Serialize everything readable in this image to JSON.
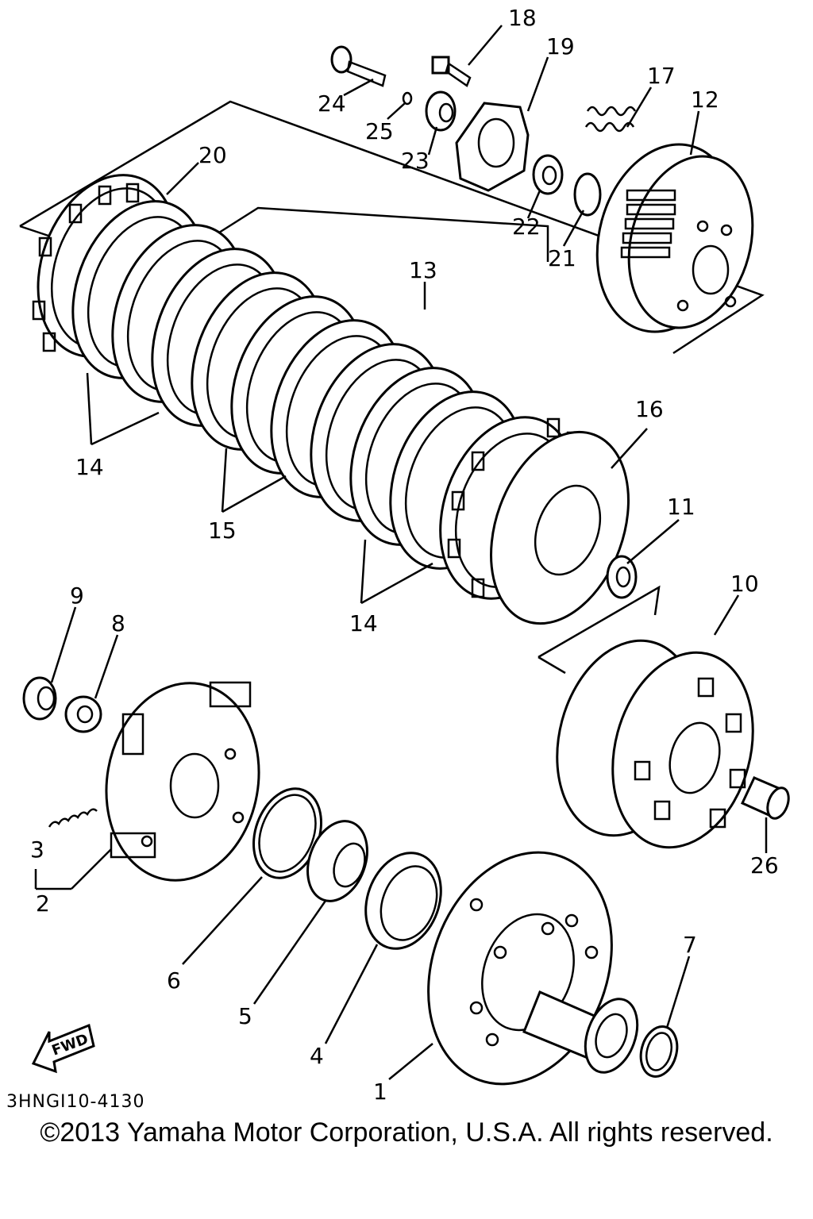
{
  "diagram_code": "3HNGI10-4130",
  "copyright": "©2013 Yamaha Motor Corporation, U.S.A. All rights reserved.",
  "fwd_label": "FWD",
  "callouts": [
    {
      "id": "1",
      "label": "1"
    },
    {
      "id": "2",
      "label": "2"
    },
    {
      "id": "3",
      "label": "3"
    },
    {
      "id": "4",
      "label": "4"
    },
    {
      "id": "5",
      "label": "5"
    },
    {
      "id": "6",
      "label": "6"
    },
    {
      "id": "7",
      "label": "7"
    },
    {
      "id": "8",
      "label": "8"
    },
    {
      "id": "9",
      "label": "9"
    },
    {
      "id": "10",
      "label": "10"
    },
    {
      "id": "11",
      "label": "11"
    },
    {
      "id": "12",
      "label": "12"
    },
    {
      "id": "13",
      "label": "13"
    },
    {
      "id": "14a",
      "label": "14"
    },
    {
      "id": "14b",
      "label": "14"
    },
    {
      "id": "15",
      "label": "15"
    },
    {
      "id": "16",
      "label": "16"
    },
    {
      "id": "17",
      "label": "17"
    },
    {
      "id": "18",
      "label": "18"
    },
    {
      "id": "19",
      "label": "19"
    },
    {
      "id": "20",
      "label": "20"
    },
    {
      "id": "21",
      "label": "21"
    },
    {
      "id": "22",
      "label": "22"
    },
    {
      "id": "23",
      "label": "23"
    },
    {
      "id": "24",
      "label": "24"
    },
    {
      "id": "25",
      "label": "25"
    },
    {
      "id": "26",
      "label": "26"
    }
  ]
}
